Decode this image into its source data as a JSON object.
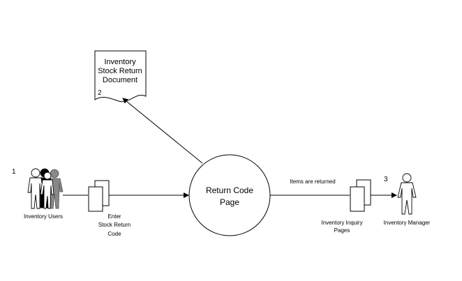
{
  "document": {
    "title_lines": [
      "Inventory",
      "Stock Return",
      "Document"
    ],
    "number": "2"
  },
  "users": {
    "number": "1",
    "label": "Inventory Users",
    "icon": "people-group-icon"
  },
  "enter_step": {
    "lines": [
      "Enter",
      "Stock Return",
      "Code"
    ],
    "icon": "pages-icon"
  },
  "process": {
    "lines": [
      "Return Code",
      "Page"
    ]
  },
  "flow_label": "Items are returned",
  "inquiry": {
    "lines": [
      "Inventory Inquiry",
      "Pages"
    ],
    "icon": "pages-icon"
  },
  "manager": {
    "number": "3",
    "label": "Inventory Manager",
    "icon": "person-icon"
  }
}
